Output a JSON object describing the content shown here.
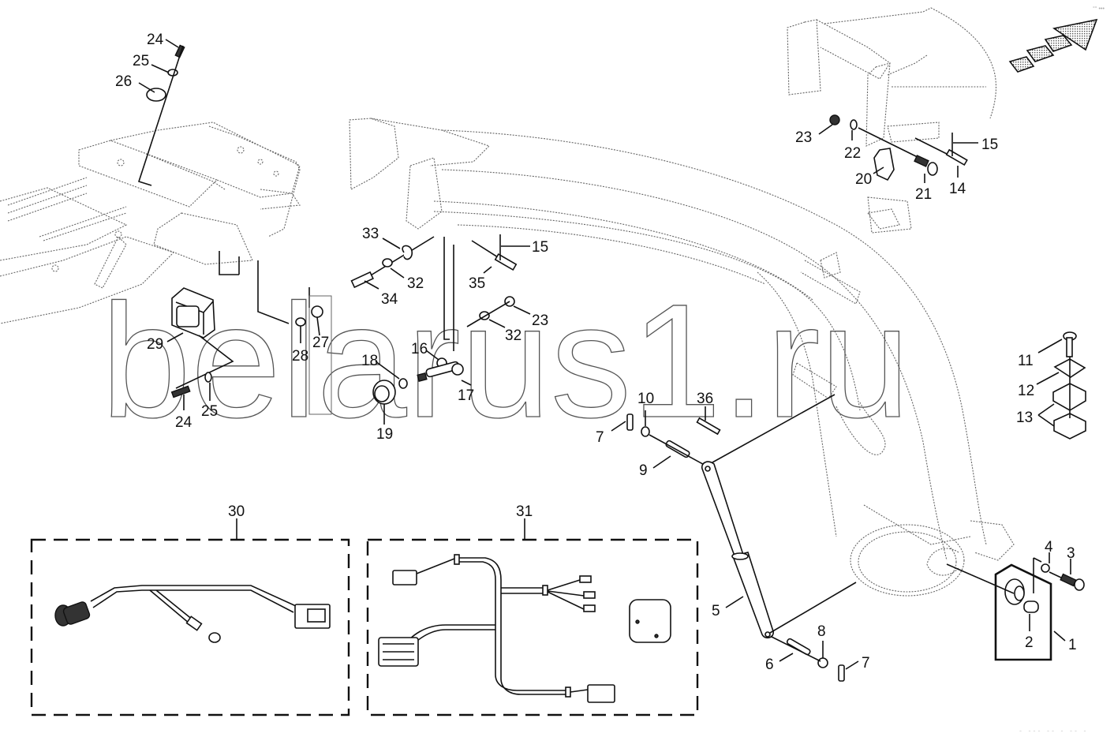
{
  "diagram": {
    "title": "Parts exploded view",
    "watermark": "belarus1.ru",
    "direction_indicator": "travel-direction-arrow",
    "corner_mark": "°° •••",
    "footer_code": "- --- -- - -- -",
    "callouts": [
      {
        "id": "c24a",
        "text": "24"
      },
      {
        "id": "c25a",
        "text": "25"
      },
      {
        "id": "c26",
        "text": "26"
      },
      {
        "id": "c29",
        "text": "29"
      },
      {
        "id": "c28",
        "text": "28"
      },
      {
        "id": "c27",
        "text": "27"
      },
      {
        "id": "c24b",
        "text": "24"
      },
      {
        "id": "c25b",
        "text": "25"
      },
      {
        "id": "c33",
        "text": "33"
      },
      {
        "id": "c32a",
        "text": "32"
      },
      {
        "id": "c34",
        "text": "34"
      },
      {
        "id": "c15a",
        "text": "15"
      },
      {
        "id": "c35",
        "text": "35"
      },
      {
        "id": "c23a",
        "text": "23"
      },
      {
        "id": "c32b",
        "text": "32"
      },
      {
        "id": "c16",
        "text": "16"
      },
      {
        "id": "c18",
        "text": "18"
      },
      {
        "id": "c17",
        "text": "17"
      },
      {
        "id": "c19",
        "text": "19"
      },
      {
        "id": "c23b",
        "text": "23"
      },
      {
        "id": "c22",
        "text": "22"
      },
      {
        "id": "c20",
        "text": "20"
      },
      {
        "id": "c21",
        "text": "21"
      },
      {
        "id": "c14",
        "text": "14"
      },
      {
        "id": "c15b",
        "text": "15"
      },
      {
        "id": "c11",
        "text": "11"
      },
      {
        "id": "c12",
        "text": "12"
      },
      {
        "id": "c13",
        "text": "13"
      },
      {
        "id": "c36",
        "text": "36"
      },
      {
        "id": "c10",
        "text": "10"
      },
      {
        "id": "c7a",
        "text": "7"
      },
      {
        "id": "c9",
        "text": "9"
      },
      {
        "id": "c5",
        "text": "5"
      },
      {
        "id": "c8",
        "text": "8"
      },
      {
        "id": "c6",
        "text": "6"
      },
      {
        "id": "c7b",
        "text": "7"
      },
      {
        "id": "c4",
        "text": "4"
      },
      {
        "id": "c3",
        "text": "3"
      },
      {
        "id": "c2",
        "text": "2"
      },
      {
        "id": "c1",
        "text": "1"
      },
      {
        "id": "c30",
        "text": "30"
      },
      {
        "id": "c31",
        "text": "31"
      }
    ],
    "kits": [
      {
        "id": "kit-30",
        "label": "30",
        "contents": "wiring harness with round connector, inline connector and block connector"
      },
      {
        "id": "kit-31",
        "label": "31",
        "contents": "wiring harness with connectors, spade terminals and lamp"
      }
    ]
  }
}
